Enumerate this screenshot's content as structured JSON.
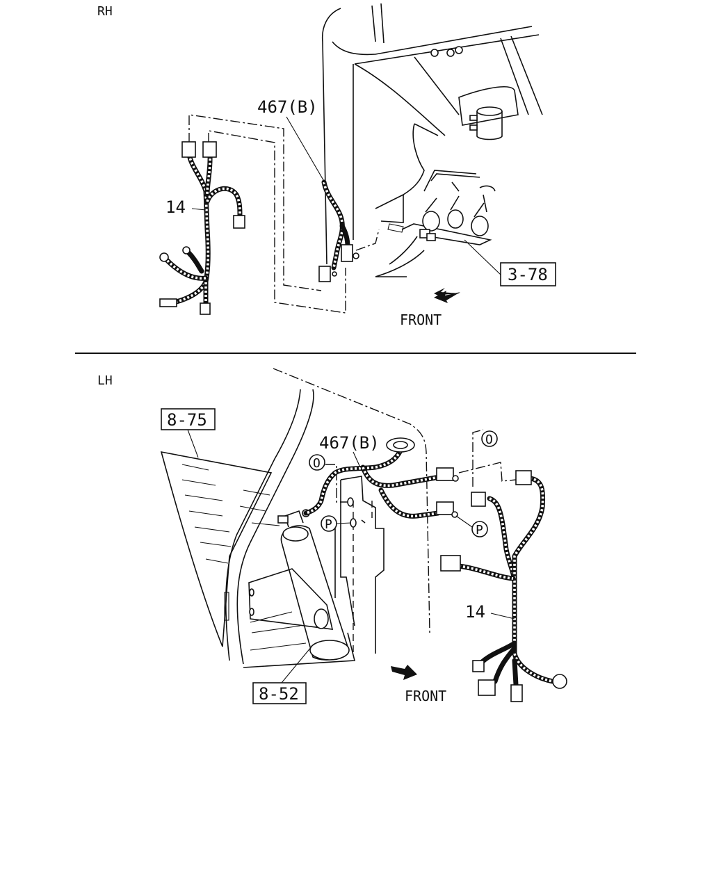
{
  "rh": {
    "section_label": "RH",
    "callout_harness": "467(B)",
    "callout_part": "14",
    "ref_box": "3-78",
    "front_label": "FRONT"
  },
  "lh": {
    "section_label": "LH",
    "callout_harness": "467(B)",
    "callout_part": "14",
    "ref_box_top": "8-75",
    "ref_box_bottom": "8-52",
    "circle_o_left": "O",
    "circle_o_right": "O",
    "circle_p_left": "P",
    "circle_p_right": "P",
    "front_label": "FRONT"
  }
}
